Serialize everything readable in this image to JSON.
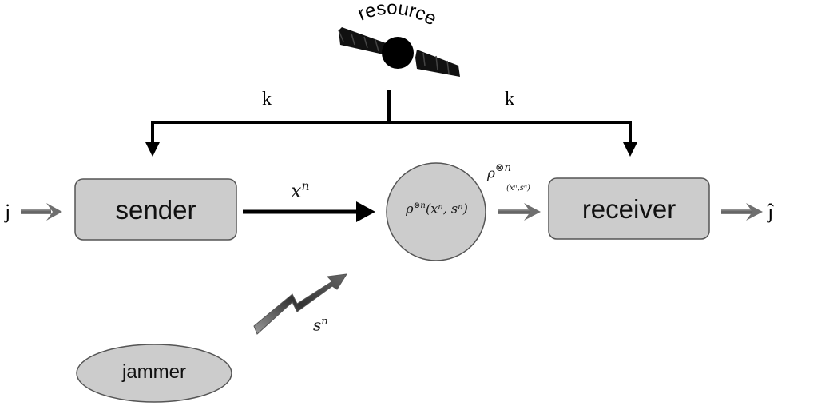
{
  "resource": {
    "label": "resource"
  },
  "edges": {
    "k_left": "k",
    "k_right": "k"
  },
  "sender": {
    "label": "sender"
  },
  "receiver": {
    "label": "receiver"
  },
  "jammer": {
    "label": "jammer"
  },
  "input": {
    "label": "j"
  },
  "output": {
    "label": "ĵ"
  },
  "channel": {
    "base": "ρ",
    "sup": "⊗n",
    "args": "(xⁿ, sⁿ)"
  },
  "signals": {
    "x_base": "x",
    "x_sup": "n",
    "s_base": "s",
    "s_sup": "n",
    "rho_base": "ρ",
    "rho_sup": "⊗n",
    "rho_sub": "(xⁿ,sⁿ)"
  },
  "colors": {
    "box_fill": "#cccccc",
    "box_stroke": "#555555",
    "gray_arrow": "#6f6f6f",
    "black": "#000000"
  }
}
